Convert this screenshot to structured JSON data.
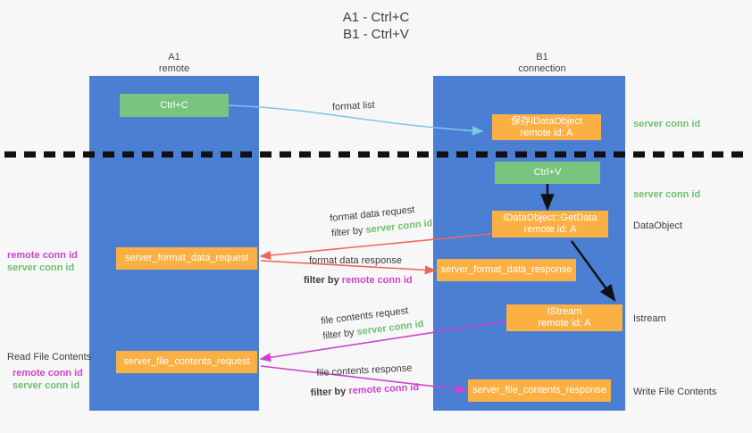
{
  "title": {
    "line1": "A1 - Ctrl+C",
    "line2": "B1 - Ctrl+V"
  },
  "lanes": [
    {
      "name": "A1",
      "sub": "remote"
    },
    {
      "name": "B1",
      "sub": "connection"
    }
  ],
  "colors": {
    "lane": "#4a7fd4",
    "orange_box": "#fbb044",
    "green_box": "#79c47e",
    "server_conn": "#6cc06f",
    "remote_conn": "#cc44cc",
    "arrow_blue": "#7ec8e3",
    "arrow_red": "#f0655a",
    "arrow_magenta": "#cc44cc",
    "arrow_black": "#000000",
    "background": "#f7f7f7"
  },
  "boxes": {
    "ctrl_c": "Ctrl+C",
    "ctrl_v": "Ctrl+V",
    "save_idataobject_l1": "保存IDataObject",
    "save_idataobject_l2": "remote id: A",
    "getdata_l1": "IDataObject::GetData",
    "getdata_l2": "remote id: A",
    "istream_l1": "IStream",
    "istream_l2": "remote id: A",
    "server_format_data_request": "server_format_data_request",
    "server_format_data_response": "server_format_data_response",
    "server_file_contents_request": "server_file_contents_request",
    "server_file_contents_response": "server_file_contents_response"
  },
  "arrow_labels": {
    "format_list": "format list",
    "format_data_request": "format data request",
    "format_data_request_filter_prefix": "filter by ",
    "format_data_request_filter_value": "server conn id",
    "format_data_response": "format data response",
    "format_data_response_filter_prefix": "filter by ",
    "format_data_response_filter_value": "remote conn id",
    "file_contents_request": "file contents request",
    "file_contents_request_filter_prefix": "filter by ",
    "file_contents_request_filter_value": "server conn id",
    "file_contents_response": "file contents response",
    "file_contents_response_filter_prefix": "filter by ",
    "file_contents_response_filter_value": "remote conn id"
  },
  "side_labels": {
    "right_server_conn_top": "server conn id",
    "right_server_conn_mid": "server conn id",
    "right_dataobject": "DataObject",
    "right_istream": "Istream",
    "right_write_file_contents": "Write File Contents",
    "left_remote_conn_1": "remote conn id",
    "left_server_conn_1": "server conn id",
    "left_read_file_contents": "Read File Contents",
    "left_remote_conn_2": "remote conn id",
    "left_server_conn_2": "server conn id"
  }
}
